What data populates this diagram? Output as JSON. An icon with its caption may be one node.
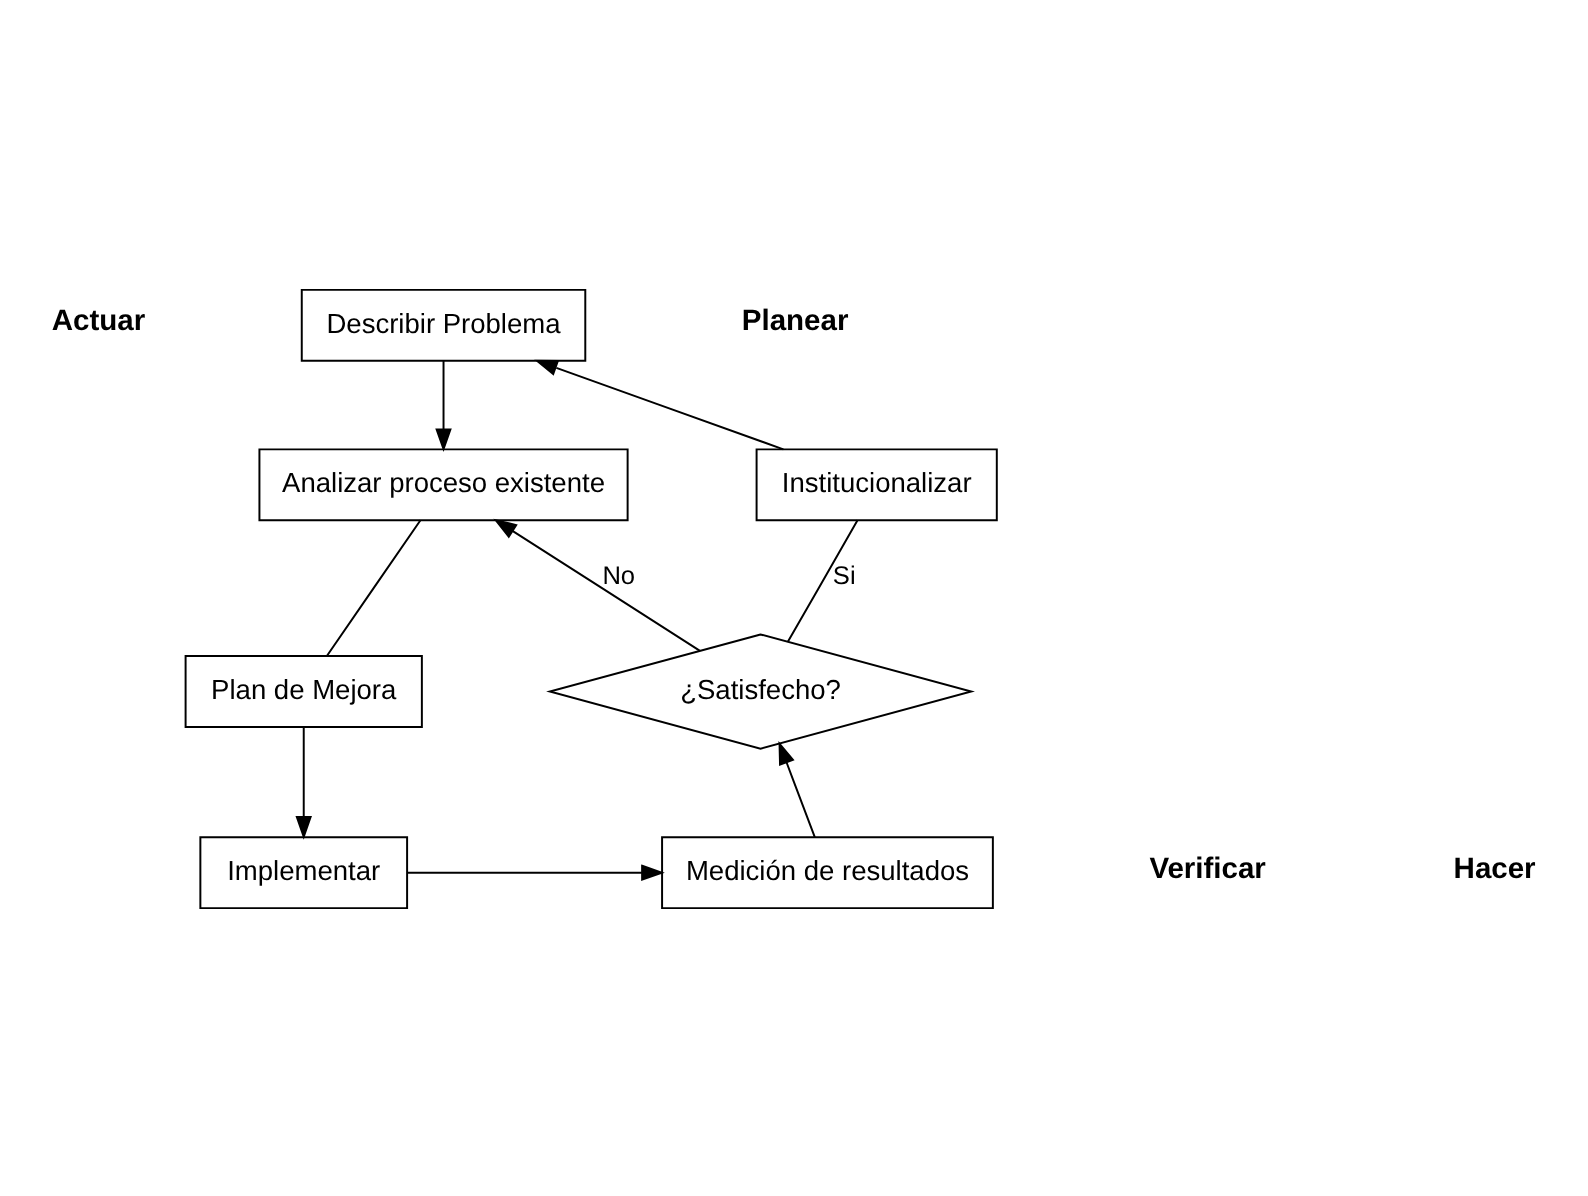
{
  "diagram": {
    "nodes": [
      {
        "text": [
          "Describir Problema"
        ]
      },
      {
        "text": [
          "Analizar proceso existente"
        ]
      },
      {
        "text": [
          "Plan de Mejora"
        ]
      },
      {
        "text": [
          "Implementar"
        ]
      },
      {
        "text": [
          "Medición de resultados"
        ]
      },
      {
        "text": [
          "¿Satisfecho?"
        ]
      },
      {
        "text": [
          "Institucionalizar"
        ]
      }
    ],
    "edges": [
      {
        "from": 0,
        "to": 1,
        "arrow": "to"
      },
      {
        "from": 1,
        "to": 2,
        "arrow": "none"
      },
      {
        "from": 2,
        "to": 3,
        "arrow": "to"
      },
      {
        "from": 3,
        "to": 4,
        "arrow": "to"
      },
      {
        "from": 4,
        "to": 5,
        "arrow": "to"
      },
      {
        "from": 5,
        "to": 6,
        "arrow": "none",
        "label": "Si"
      },
      {
        "from": 6,
        "to": 0,
        "arrow": "to"
      },
      {
        "from": 5,
        "to": 1,
        "arrow": "to",
        "label": "No"
      }
    ],
    "labels": [
      "Actuar",
      "Planear",
      "Verificar",
      "Hacer"
    ]
  }
}
